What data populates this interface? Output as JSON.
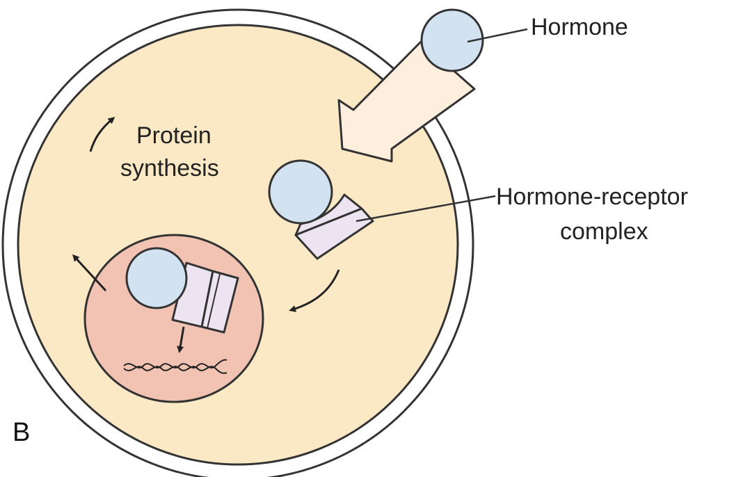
{
  "labels": {
    "hormone": "Hormone",
    "complex_line1": "Hormone-receptor",
    "complex_line2": "complex",
    "protein_line1": "Protein",
    "protein_line2": "synthesis",
    "panel": "B"
  },
  "colors": {
    "cytoplasm": "#fbe8c5",
    "nucleus": "#f2c3b3",
    "hormone": "#d3e2f0",
    "receptor": "#ece4f0",
    "arrow_fill": "#fdeede",
    "outline": "#333333"
  }
}
